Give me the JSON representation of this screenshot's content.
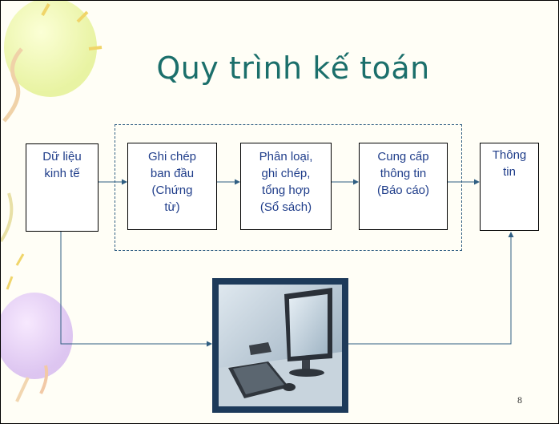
{
  "slide": {
    "title": "Quy trình kế toán",
    "page_number": "8"
  },
  "boxes": {
    "economic_data": [
      "Dữ liệu",
      "kinh tế"
    ],
    "initial_record": [
      "Ghi chép",
      "ban đầu",
      "(Chứng",
      "từ)"
    ],
    "classify": [
      "Phân loại,",
      "ghi chép,",
      "tổng hợp",
      "(Sổ sách)"
    ],
    "provide_info": [
      "Cung cấp",
      "thông tin",
      "(Báo cáo)"
    ],
    "information": [
      "Thông",
      "tin"
    ]
  },
  "colors": {
    "title": "#1b6f6b",
    "box_text": "#1f3d8a",
    "arrow": "#2f5e82"
  }
}
